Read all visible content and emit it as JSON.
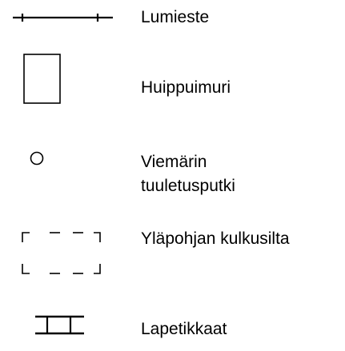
{
  "legend": {
    "items": [
      {
        "icon": "snow-barrier-icon",
        "lines": [
          "Lumieste"
        ]
      },
      {
        "icon": "roof-hatch-icon",
        "lines": [
          "Huippuimuri"
        ]
      },
      {
        "icon": "sewer-vent-pipe-icon",
        "lines": [
          "Viemärin",
          "tuuletusputki"
        ]
      },
      {
        "icon": "roof-walkway-icon",
        "lines": [
          "Yläpohjan kulkusilta"
        ]
      },
      {
        "icon": "roof-ladder-icon",
        "lines": [
          "Lapetikkaat"
        ]
      }
    ]
  }
}
